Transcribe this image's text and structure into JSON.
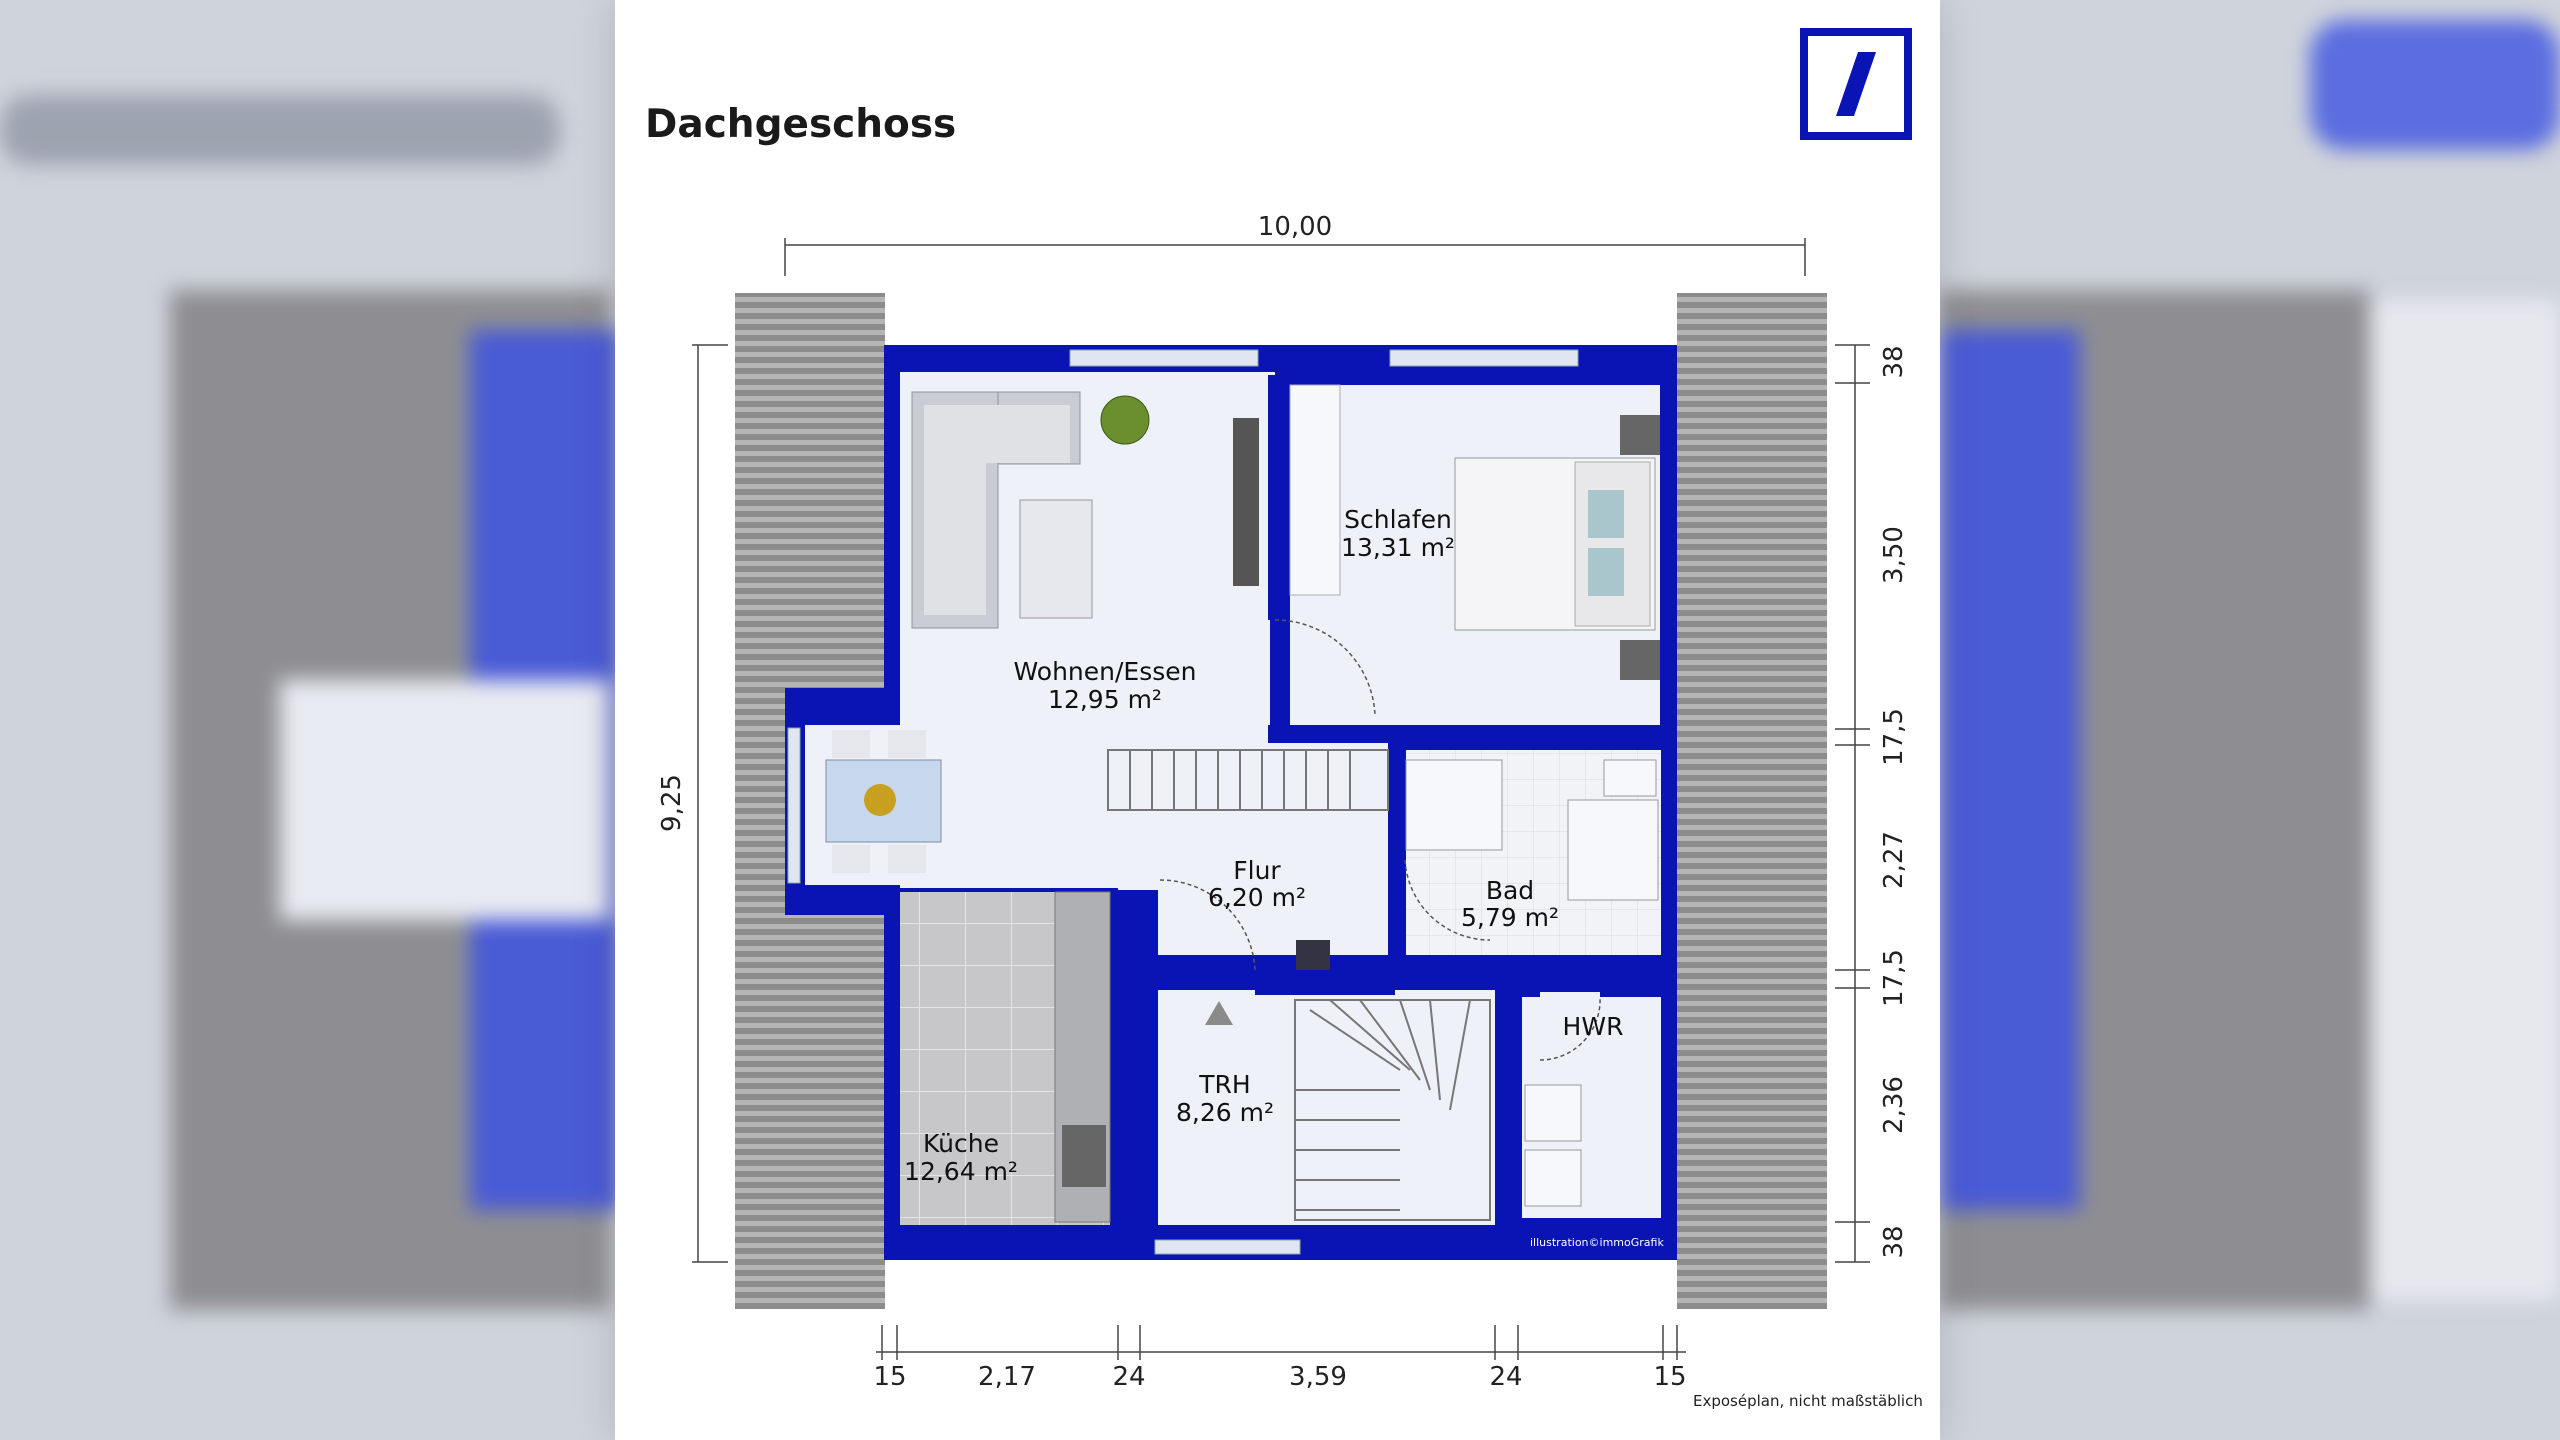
{
  "title": "Dachgeschoss",
  "bank_logo_icon": "deutsche-bank-logo-icon",
  "brand_color": "#0a14b4",
  "dimensions": {
    "top_width": "10,00",
    "left_height": "9,25",
    "right": [
      "38",
      "3,50",
      "17,5",
      "2,27",
      "17,5",
      "2,36",
      "38"
    ],
    "bottom": [
      "15",
      "2,17",
      "24",
      "3,59",
      "24",
      "15"
    ]
  },
  "rooms": {
    "wohnen": {
      "name": "Wohnen/Essen",
      "area": "12,95 m²"
    },
    "schlafen": {
      "name": "Schlafen",
      "area": "13,31 m²"
    },
    "flur": {
      "name": "Flur",
      "area": "6,20 m²"
    },
    "bad": {
      "name": "Bad",
      "area": "5,79 m²"
    },
    "hwr": {
      "name": "HWR"
    },
    "trh": {
      "name": "TRH",
      "area": "8,26 m²"
    },
    "kueche": {
      "name": "Küche",
      "area": "12,64 m²"
    }
  },
  "credit": "illustration©immoGrafik",
  "note": "Exposéplan, nicht maßstäblich"
}
